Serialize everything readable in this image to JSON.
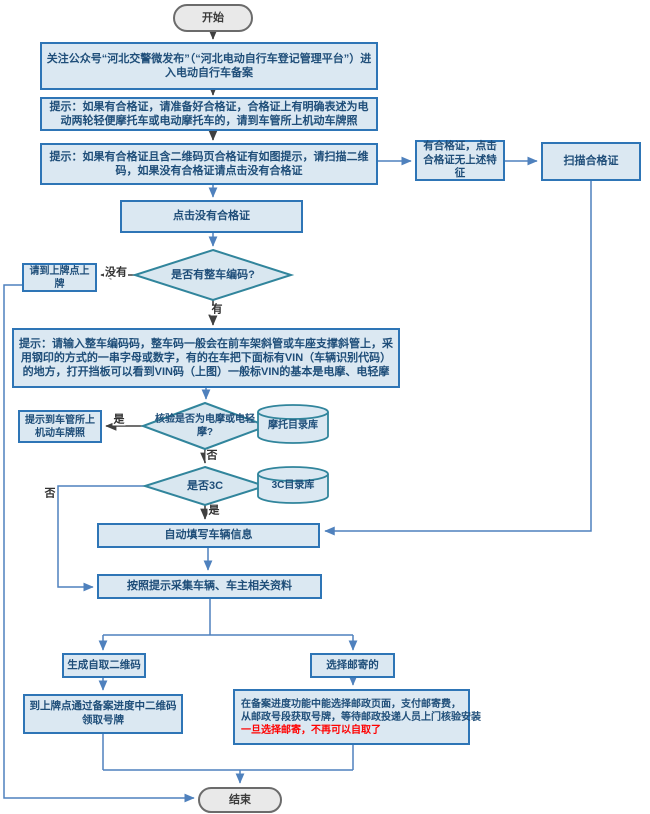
{
  "flowchart": {
    "colors": {
      "node_fill": "#dbe8f2",
      "node_border": "#2e75b6",
      "node_text": "#1f4e79",
      "diamond_border": "#31859c",
      "terminator_fill": "#e9e9e9",
      "terminator_border": "#6b6b6b",
      "connector_blue": "#4f81bd",
      "connector_dark": "#404040",
      "warning_text": "#ff0000"
    },
    "nodes": {
      "start": "开始",
      "follow": "关注公众号“河北交警微发布”（“河北电动自行车登记管理平台”）进入电动自行车备案",
      "tip_cert": "提示：如果有合格证，请准备好合格证，合格证上有明确表述为电动两轮轻便摩托车或电动摩托车的，请到车管所上机动车牌照",
      "tip_qr": "提示：如果有合格证且含二维码页合格证有如图提示，请扫描二维码，如果没有合格证请点击没有合格证",
      "has_cert": "有合格证，点击合格证无上述特征",
      "scan_cert": "扫描合格证",
      "click_no_cert": "点击没有合格证",
      "q_vin": "是否有整车编码?",
      "go_plate": "请到上牌点上牌",
      "tip_vin": "提示：请输入整车编码码，整车码一般会在前车架斜管或车座支撑斜管上，采用钢印的方式的一串字母或数字，有的在车把下面标有VIN（车辆识别代码）的地方，打开挡板可以看到VIN码（上图）一般标VIN的基本是电摩、电轻摩",
      "q_moto": "核验是否为电摩或电轻摩?",
      "db_moto": "摩托目录库",
      "tip_dmv": "提示到车管所上机动车牌照",
      "q_3c": "是否3C",
      "db_3c": "3C目录库",
      "autofill": "自动填写车辆信息",
      "collect": "按照提示采集车辆、车主相关资料",
      "gen_qr": "生成自取二维码",
      "choose_mail": "选择邮寄的",
      "pickup": "到上牌点通过备案进度中二维码领取号牌",
      "mail_line1": "在备案进度功能中能选择邮政页面，支付邮寄费，",
      "mail_line2": "从邮政号段获取号牌，等待邮政投递人员上门核验安装",
      "mail_line3": "一旦选择邮寄，不再可以自取了",
      "end": "结束"
    },
    "labels": {
      "vin_no": "没有",
      "vin_yes": "有",
      "moto_yes": "是",
      "moto_no": "否",
      "c3_no": "否",
      "c3_yes": "是"
    }
  }
}
